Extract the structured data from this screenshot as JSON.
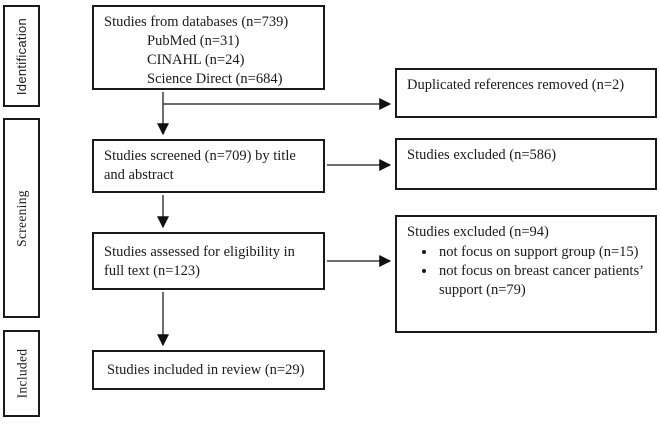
{
  "diagram": {
    "stage_labels": {
      "identification": "Identification",
      "screening": "Screening",
      "included": "Included"
    },
    "boxes": {
      "databases": {
        "title": "Studies from databases (n=739)",
        "sources": [
          "PubMed (n=31)",
          "CINAHL (n=24)",
          "Science Direct (n=684)"
        ]
      },
      "screened": {
        "text": "Studies screened (n=709) by title and abstract"
      },
      "assessed": {
        "text": "Studies assessed for eligibility in full text (n=123)"
      },
      "included": {
        "text": "Studies included in review (n=29)"
      },
      "duplicates_removed": {
        "text": "Duplicated references removed (n=2)"
      },
      "excluded_screening": {
        "text": "Studies excluded (n=586)"
      },
      "excluded_full_text": {
        "title": "Studies excluded (n=94)",
        "reasons": [
          "not focus on support group (n=15)",
          "not focus on breast cancer patients’ support (n=79)"
        ]
      }
    },
    "colors": {
      "background": "#ffffff",
      "border": "#1a1a1a",
      "text": "#1a1a1a",
      "arrow_line": "#3d3d3d",
      "arrow_head": "#111111"
    }
  }
}
